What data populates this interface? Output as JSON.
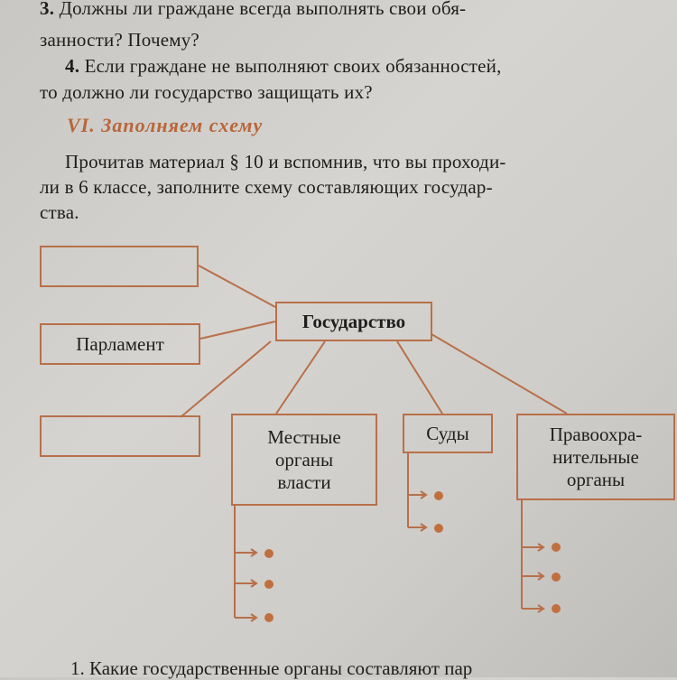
{
  "questions": {
    "q3_num": "3.",
    "q3_line1": " Должны ли граждане всегда выполнять свои обя-",
    "q3_line2": "занности? Почему?",
    "q4_num": "4.",
    "q4_line1": " Если граждане не выполняют своих обязанностей,",
    "q4_line2": "то должно ли государство защищать их?"
  },
  "section": {
    "title": "VI. Заполняем схему"
  },
  "instruction": {
    "line1": "Прочитав материал § 10 и вспомнив, что вы проходи-",
    "line2": "ли в 6 классе, заполните схему составляющих государ-",
    "line3": "ства."
  },
  "diagram": {
    "center": "Государство",
    "left_top": "",
    "left_mid": "Парламент",
    "left_bottom": "",
    "local_line1": "Местные",
    "local_line2": "органы",
    "local_line3": "власти",
    "courts": "Суды",
    "law_line1": "Правоохра-",
    "law_line2": "нительные",
    "law_line3": "органы",
    "stroke_color": "#b8704a",
    "dot_color": "#c0703e"
  },
  "bottom": {
    "q1": "1. Какие государственные органы составляют пар"
  }
}
